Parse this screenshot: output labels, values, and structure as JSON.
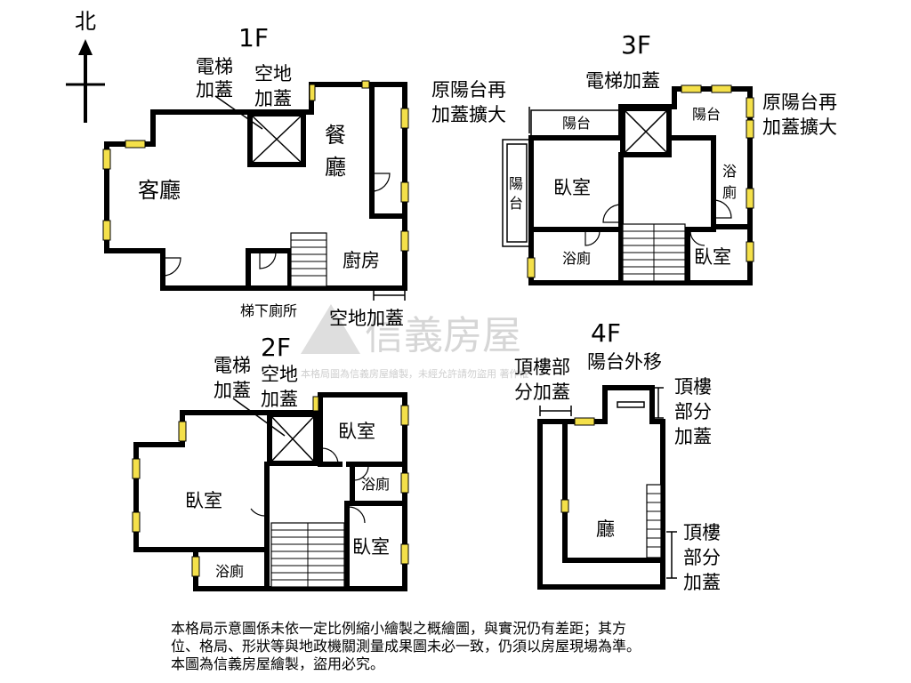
{
  "compass": {
    "north": "北"
  },
  "watermark": {
    "brand": "信義房屋",
    "tagline": "本格局圖為信義房屋繪製，未經允許請勿盜用 著作權"
  },
  "floor1": {
    "label": "1F",
    "elevator": "電梯",
    "elevator2": "加蓋",
    "open": "空地",
    "open2": "加蓋",
    "dining": "餐",
    "dining2": "廳",
    "living": "客廳",
    "kitchen": "廚房",
    "stair_wc": "梯下廁所",
    "open_ext": "空地加蓋"
  },
  "floor2": {
    "label": "2F",
    "elevator": "電梯",
    "elevator2": "加蓋",
    "open": "空地",
    "open2": "加蓋",
    "bedroom_main": "臥室",
    "bedroom_top": "臥室",
    "bedroom_bottom": "臥室",
    "bath": "浴廁",
    "bath_small": "浴廁"
  },
  "floor3": {
    "label": "3F",
    "elevator_ext": "電梯加蓋",
    "balcony_left_note": "原陽台再",
    "balcony_left_note2": "加蓋擴大",
    "balcony_right_note": "原陽台再",
    "balcony_right_note2": "加蓋擴大",
    "balcony_left": "陽台",
    "balcony_right": "陽台",
    "balcony_side": "陽",
    "balcony_side2": "台",
    "bedroom_left": "臥室",
    "bedroom_right": "臥室",
    "bath_left": "浴廁",
    "bath_right": "浴",
    "bath_right2": "廁"
  },
  "floor4": {
    "label": "4F",
    "roof_part": "頂樓部",
    "roof_part2": "分加蓋",
    "balcony_moved": "陽台外移",
    "roof_right_a": "頂樓",
    "roof_right_a2": "部分",
    "roof_right_a3": "加蓋",
    "roof_right_b": "頂樓",
    "roof_right_b2": "部分",
    "roof_right_b3": "加蓋",
    "hall": "廳"
  },
  "disclaimer": {
    "line1": "本格局示意圖係未依一定比例縮小繪製之概繪圖，與實況仍有差距；其方",
    "line2": "位、格局、形狀等與地政機關測量成果圖未必一致，仍須以房屋現場為準。",
    "line3": "本圖為信義房屋繪製，盜用必究。"
  }
}
